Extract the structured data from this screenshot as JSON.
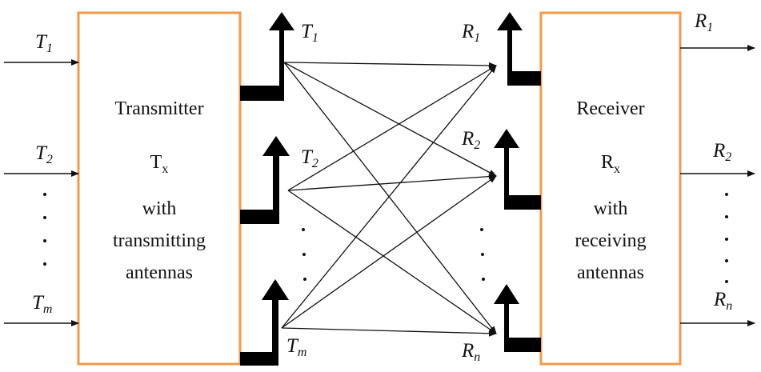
{
  "colors": {
    "box_border": "#f39a4a",
    "lines": "#111111",
    "antenna": "#000000"
  },
  "transmitter": {
    "title": "Transmitter",
    "symbol": "T",
    "symbol_sub": "x",
    "line3": "with",
    "line4": "transmitting",
    "line5": "antennas"
  },
  "receiver": {
    "title": "Receiver",
    "symbol": "R",
    "symbol_sub": "x",
    "line3": "with",
    "line4": "receiving",
    "line5": "antennas"
  },
  "inputs": [
    {
      "base": "T",
      "sub": "1"
    },
    {
      "base": "T",
      "sub": "2"
    },
    {
      "base": "T",
      "sub": "m"
    }
  ],
  "tx_antennas": [
    {
      "base": "T",
      "sub": "1"
    },
    {
      "base": "T",
      "sub": "2"
    },
    {
      "base": "T",
      "sub": "m"
    }
  ],
  "rx_antennas": [
    {
      "base": "R",
      "sub": "1"
    },
    {
      "base": "R",
      "sub": "2"
    },
    {
      "base": "R",
      "sub": "n"
    }
  ],
  "outputs": [
    {
      "base": "R",
      "sub": "1"
    },
    {
      "base": "R",
      "sub": "2"
    },
    {
      "base": "R",
      "sub": "n"
    }
  ]
}
